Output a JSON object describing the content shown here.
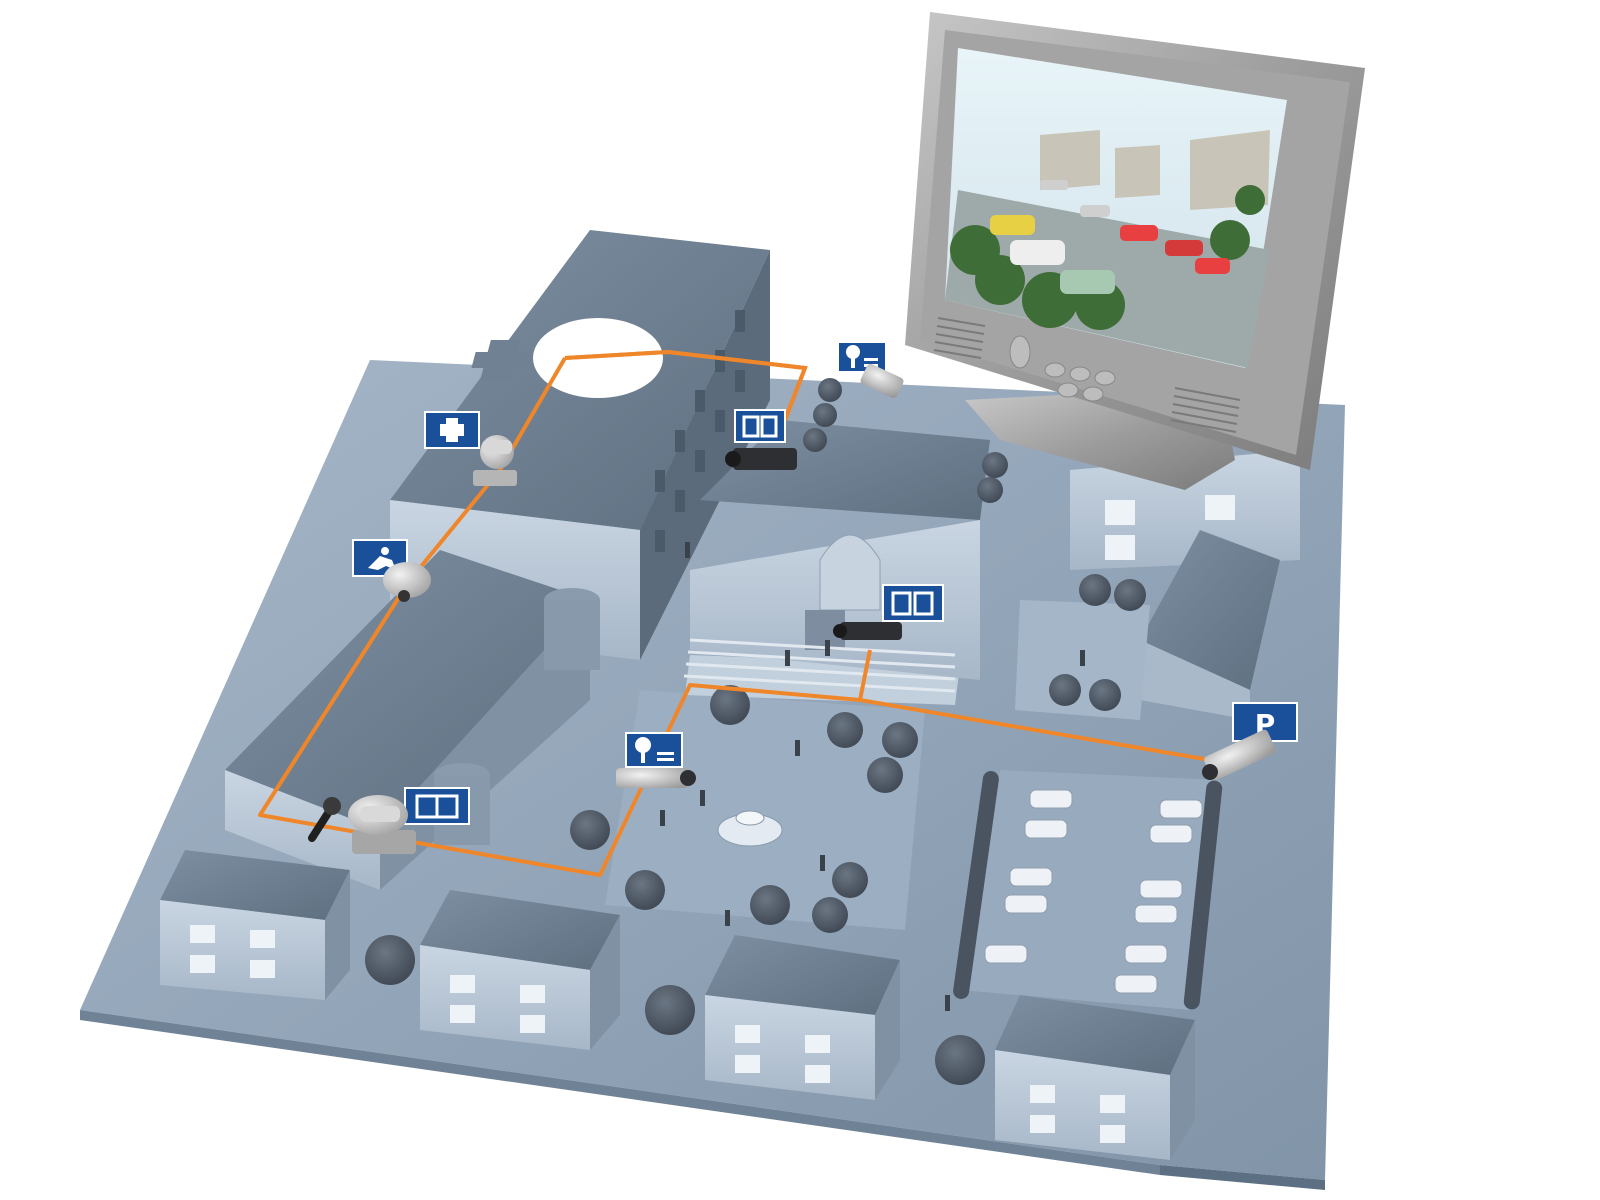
{
  "colors": {
    "ground": "#8fa3b8",
    "ground_edge": "#6f8296",
    "roof": "#6f8192",
    "building_wall": "#b9c8d9",
    "window": "#eef3f8",
    "tree": "#4f5966",
    "network_cable": "#f0862a",
    "sign_blue": "#1a4f9a",
    "monitor_frame": "#9a9a9a",
    "monitor_screen_sky": "#dfeef5"
  },
  "signs": [
    {
      "id": "hospital",
      "icon": "medical-cross-icon",
      "text": ""
    },
    {
      "id": "security-guard",
      "icon": "guard-icon",
      "text": ""
    },
    {
      "id": "park-top",
      "icon": "park-bench-tree-icon",
      "text": ""
    },
    {
      "id": "entrance-top",
      "icon": "double-door-icon",
      "text": ""
    },
    {
      "id": "entrance-main",
      "icon": "double-door-icon",
      "text": ""
    },
    {
      "id": "park-square",
      "icon": "park-bench-tree-icon",
      "text": ""
    },
    {
      "id": "sliding-door",
      "icon": "sliding-door-icon",
      "text": ""
    },
    {
      "id": "parking",
      "icon": "parking-icon",
      "text": "P"
    }
  ],
  "cameras": [
    {
      "id": "hospital-ptz",
      "icon": "ptz-camera-icon"
    },
    {
      "id": "guard-dome",
      "icon": "dome-camera-icon"
    },
    {
      "id": "park-box-top",
      "icon": "box-camera-icon"
    },
    {
      "id": "entrance-box-top",
      "icon": "box-camera-icon"
    },
    {
      "id": "entrance-box-main",
      "icon": "box-camera-icon"
    },
    {
      "id": "square-box",
      "icon": "box-camera-icon"
    },
    {
      "id": "door-ptz",
      "icon": "ptz-camera-icon"
    },
    {
      "id": "parking-box",
      "icon": "box-camera-icon"
    },
    {
      "id": "microphone",
      "icon": "microphone-icon"
    }
  ],
  "monitor": {
    "screen_content": "parking-lot-surveillance-view"
  }
}
